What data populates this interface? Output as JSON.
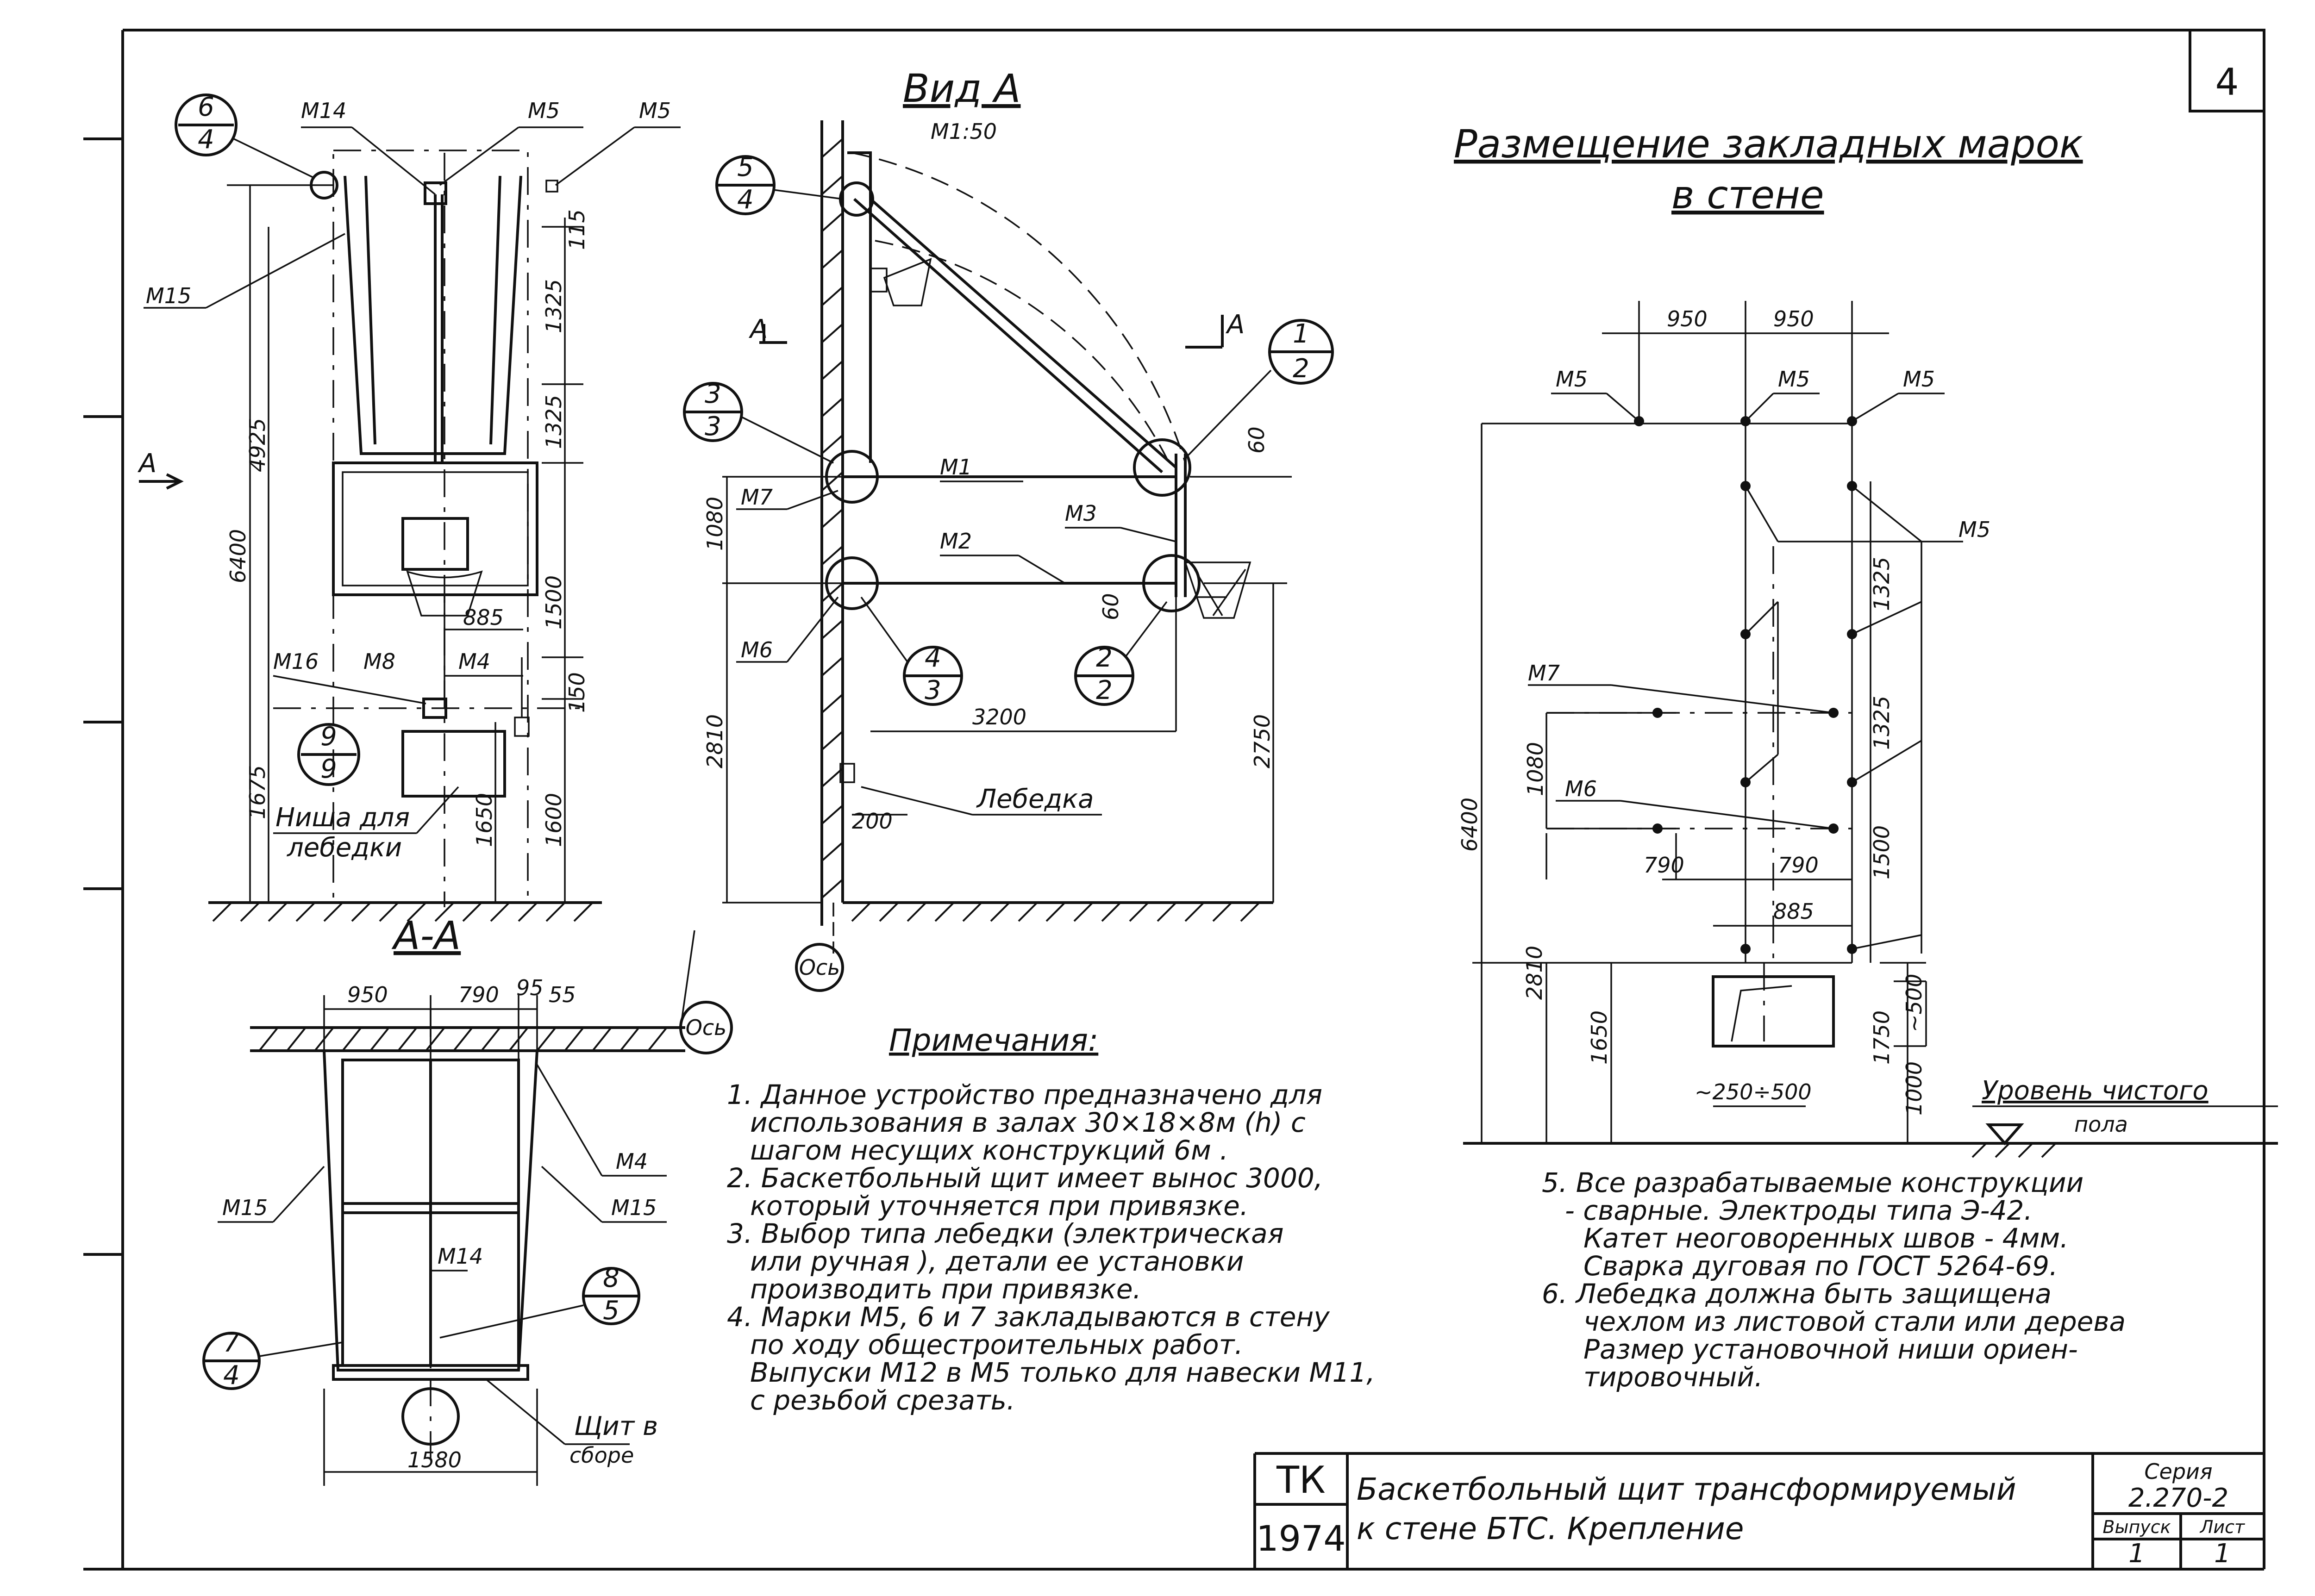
{
  "sheet_number": "4",
  "section_view_a": {
    "title": "Вид А",
    "scale": "М1:50"
  },
  "section_aa": {
    "title": "А-А"
  },
  "wall_placement": {
    "title_line1": "Размещение закладных марок",
    "title_line2": "в стене"
  },
  "marks": {
    "m1": "М1",
    "m2": "М2",
    "m3": "М3",
    "m4": "М4",
    "m5": "М5",
    "m6": "М6",
    "m7": "М7",
    "m8": "М8",
    "m14": "М14",
    "m15": "М15",
    "m16": "М16"
  },
  "labels": {
    "a": "А",
    "axis": "Ось",
    "winch": "Лебедка",
    "niche_line1": "Ниша для",
    "niche_line2": "лебедки",
    "board_line1": "Щит в",
    "board_line2": "сборе",
    "floor_line1": "Уровень чистого",
    "floor_line2": "пола"
  },
  "callouts": [
    {
      "top": "6",
      "bottom": "4"
    },
    {
      "top": "9",
      "bottom": "9"
    },
    {
      "top": "5",
      "bottom": "4"
    },
    {
      "top": "3",
      "bottom": "3"
    },
    {
      "top": "1",
      "bottom": "2"
    },
    {
      "top": "4",
      "bottom": "3"
    },
    {
      "top": "2",
      "bottom": "2"
    },
    {
      "top": "8",
      "bottom": "5"
    },
    {
      "top": "7",
      "bottom": "4"
    }
  ],
  "dims": {
    "front": [
      "115",
      "1325",
      "1325",
      "4925",
      "6400",
      "885",
      "1500",
      "150",
      "1675",
      "1650",
      "1600"
    ],
    "side": [
      "60",
      "1080",
      "60",
      "2810",
      "3200",
      "2750",
      "200"
    ],
    "aa": [
      "950",
      "790",
      "95",
      "55",
      "1580"
    ],
    "wall": [
      "950",
      "950",
      "1325",
      "1325",
      "1080",
      "790",
      "790",
      "1500",
      "885",
      "6400",
      "2810",
      "1650",
      "~500",
      "1750",
      "1000",
      "~250÷500"
    ]
  },
  "notes": {
    "heading": "Примечания:",
    "items": [
      "1. Данное устройство предназначено для",
      "использования в залах 30×18×8м (h) с",
      "шагом несущих конструкций 6м .",
      "2. Баскетбольный щит имеет вынос 3000,",
      "который уточняется при привязке.",
      "3. Выбор типа лебедки (электрическая",
      "или ручная ), детали ее установки",
      "производить при привязке.",
      "4. Марки М5, 6 и 7 закладываются в стену",
      "по ходу общестроительных работ.",
      "Выпуски М12 в М5 только для навески М11,",
      "с резьбой срезать."
    ],
    "items_right": [
      "5. Все разрабатываемые конструкции",
      "- сварные. Электроды типа Э-42.",
      "Катет неоговоренных швов - 4мм.",
      "Сварка дуговая по ГОСТ 5264-69.",
      "6. Лебедка должна быть защищена",
      "чехлом из листовой стали или дерева",
      "Размер установочной ниши ориен-",
      "тировочный."
    ]
  },
  "title_block": {
    "code": "ТК",
    "year": "1974",
    "title_line1": "Баскетбольный щит трансформируемый",
    "title_line2": "к стене БТС. Крепление",
    "series_label": "Серия",
    "series_value": "2.270-2",
    "issue_label": "Выпуск",
    "sheet_label": "Лист",
    "issue_value": "1",
    "sheet_value": "1"
  }
}
